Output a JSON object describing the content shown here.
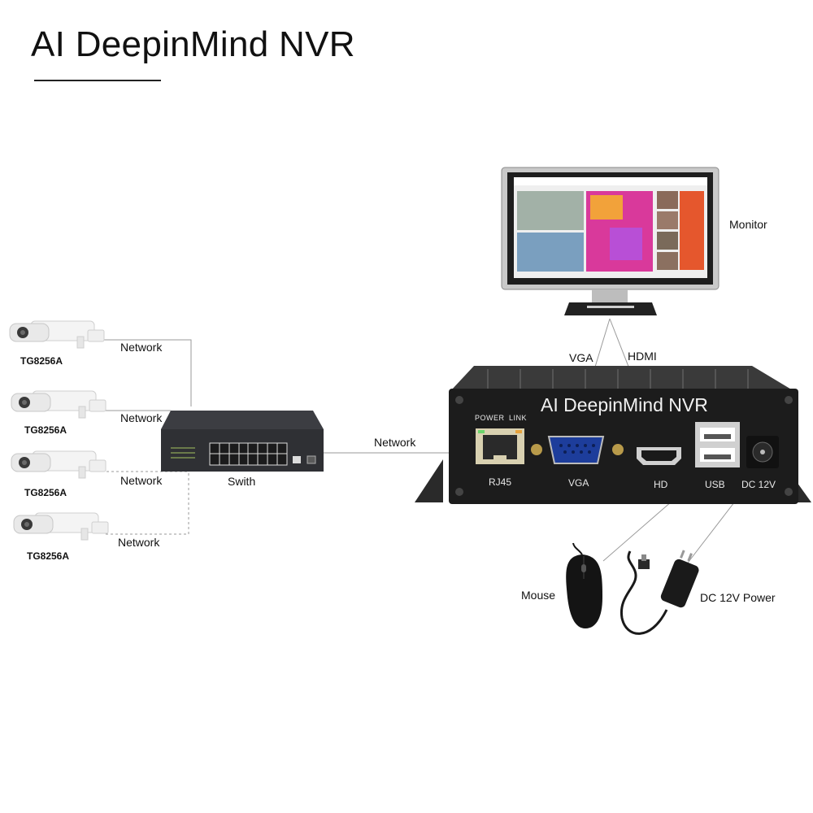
{
  "title": "AI DeepinMind NVR",
  "cameras": [
    {
      "model": "TG8256A",
      "link_label": "Network"
    },
    {
      "model": "TG8256A",
      "link_label": "Network"
    },
    {
      "model": "TG8256A",
      "link_label": "Network"
    },
    {
      "model": "TG8256A",
      "link_label": "Network"
    }
  ],
  "switch": {
    "label": "Swith",
    "uplink_label": "Network"
  },
  "monitor": {
    "label": "Monitor",
    "vga_label": "VGA",
    "hdmi_label": "HDMI"
  },
  "nvr": {
    "brand": "AI DeepinMind NVR",
    "power_label": "POWER",
    "link_label": "LINK",
    "ports": [
      "RJ45",
      "VGA",
      "HD",
      "USB",
      "DC 12V"
    ]
  },
  "peripherals": {
    "mouse": "Mouse",
    "power": "DC 12V Power"
  },
  "colors": {
    "line": "#9a9a9a",
    "device": "#1c1c1c",
    "switch": "#2f3034",
    "accent_blue": "#1d3d9b"
  }
}
